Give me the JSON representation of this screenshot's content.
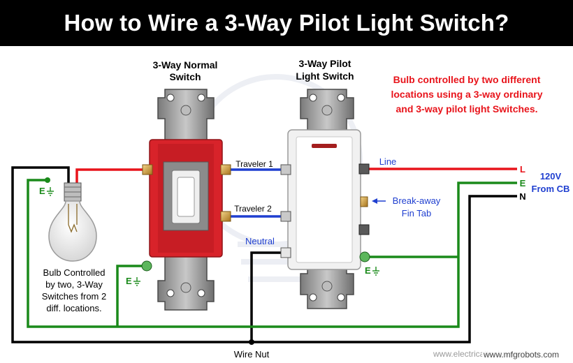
{
  "title": "How to Wire a 3-Way Pilot Light Switch?",
  "switch_normal_label": [
    "3-Way Normal",
    "Switch"
  ],
  "switch_pilot_label": [
    "3-Way Pilot",
    "Light Switch"
  ],
  "note_lines": [
    "Bulb controlled by two different",
    "locations using a 3-way ordinary",
    "and 3-way pilot light Switches."
  ],
  "wire_labels": {
    "traveler1": "Traveler 1",
    "traveler2": "Traveler  2",
    "line": "Line",
    "neutral": "Neutral",
    "wire_nut": "Wire Nut",
    "breakaway": [
      "Break-away",
      "Fin Tab"
    ]
  },
  "terminal_letters": {
    "L": "L",
    "E": "E",
    "N": "N"
  },
  "earth_label": "E",
  "supply_label": [
    "120V",
    "From CB"
  ],
  "bulb_caption": [
    "Bulb Controlled",
    "by two, 3-Way",
    "Switches from 2",
    "diff. locations."
  ],
  "watermarks": {
    "site1": "www.electricaltechnology.org",
    "site2": "www.mfgrobots.com"
  },
  "colors": {
    "line": "#e8141b",
    "traveler": "#1f3fd0",
    "earth": "#1a8a1a",
    "neutral": "#000000",
    "note": "#e8141b",
    "supply": "#1f3fd0"
  }
}
